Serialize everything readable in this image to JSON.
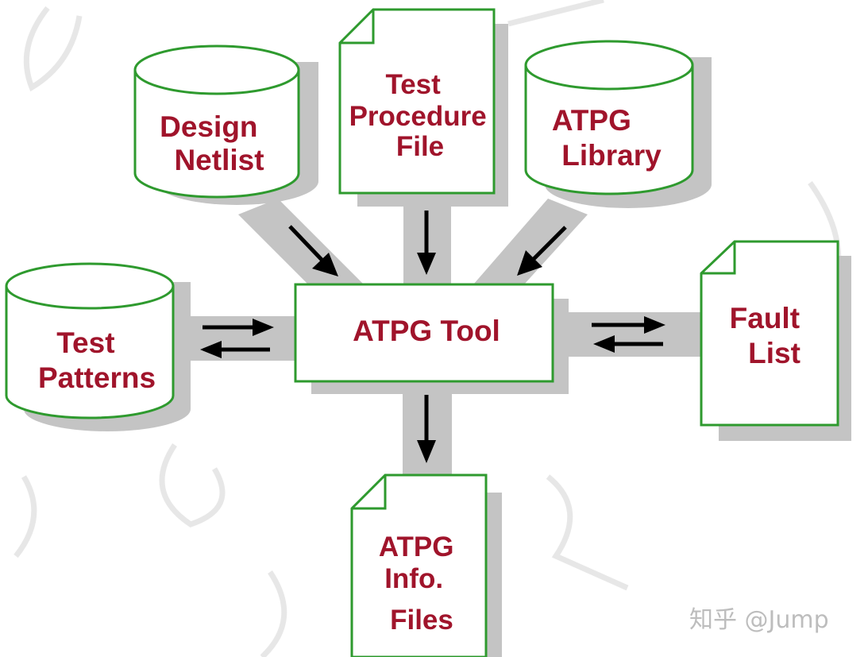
{
  "diagram": {
    "nodes": {
      "design_netlist": [
        "Design",
        "Netlist"
      ],
      "test_procedure_file": [
        "Test",
        "Procedure",
        "File"
      ],
      "atpg_library": [
        "ATPG",
        "Library"
      ],
      "test_patterns": [
        "Test",
        "Patterns"
      ],
      "atpg_tool": [
        "ATPG Tool"
      ],
      "fault_list": [
        "Fault",
        "List"
      ],
      "atpg_info_files": [
        "ATPG",
        "Info.",
        "Files"
      ]
    },
    "edges": [
      {
        "from": "design_netlist",
        "to": "atpg_tool"
      },
      {
        "from": "test_procedure_file",
        "to": "atpg_tool"
      },
      {
        "from": "atpg_library",
        "to": "atpg_tool"
      },
      {
        "from": "atpg_tool",
        "to": "test_patterns"
      },
      {
        "from": "test_patterns",
        "to": "atpg_tool"
      },
      {
        "from": "atpg_tool",
        "to": "fault_list"
      },
      {
        "from": "fault_list",
        "to": "atpg_tool"
      },
      {
        "from": "atpg_tool",
        "to": "atpg_info_files"
      }
    ],
    "colors": {
      "outline": "#2e9a2e",
      "label": "#a0142b",
      "shadow": "#c4c4c4",
      "arrow": "#000000"
    }
  },
  "watermark": {
    "credit": "知乎 @Jump"
  }
}
